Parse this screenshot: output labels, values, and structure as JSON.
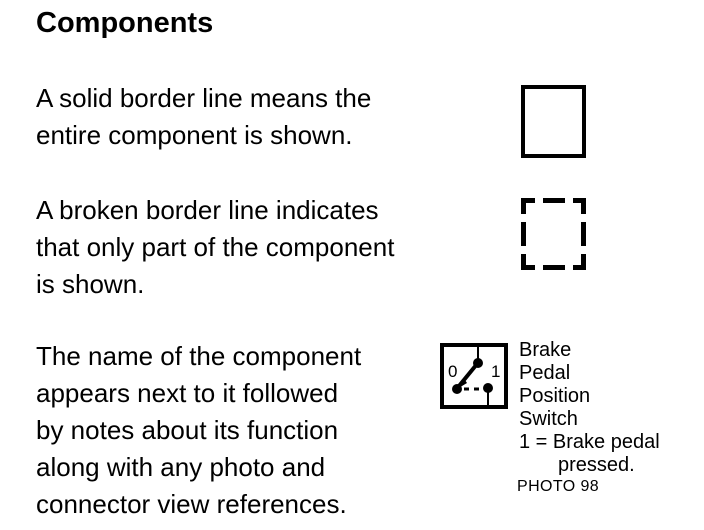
{
  "slide": {
    "title": "Components",
    "background_color": "#ffffff",
    "text_color": "#000000"
  },
  "paragraphs": [
    {
      "id": "solid-border",
      "text": "A solid border line means the\nentire component is shown."
    },
    {
      "id": "broken-border",
      "text": "A broken border line indicates\nthat only part of the component\nis shown."
    },
    {
      "id": "component-name",
      "text": "The name of the component\nappears next to it followed\nby notes about its function\nalong with any photo and\nconnector view references."
    }
  ],
  "examples": {
    "solid_box": {
      "label": "solid-border-example",
      "border_style": "solid",
      "border_color": "#000000"
    },
    "broken_box": {
      "label": "broken-border-example",
      "border_style": "dashed",
      "border_color": "#000000"
    }
  },
  "switch_symbol": {
    "name": "brake-pedal-position-switch-symbol",
    "terminal_labels": [
      "0",
      "1"
    ],
    "border_color": "#000000"
  },
  "component_caption": {
    "name_lines": [
      "Brake",
      "Pedal",
      "Position",
      "Switch"
    ],
    "note_line_1": "1 = Brake pedal",
    "note_line_2": "pressed.",
    "photo_reference": "PHOTO 98"
  }
}
